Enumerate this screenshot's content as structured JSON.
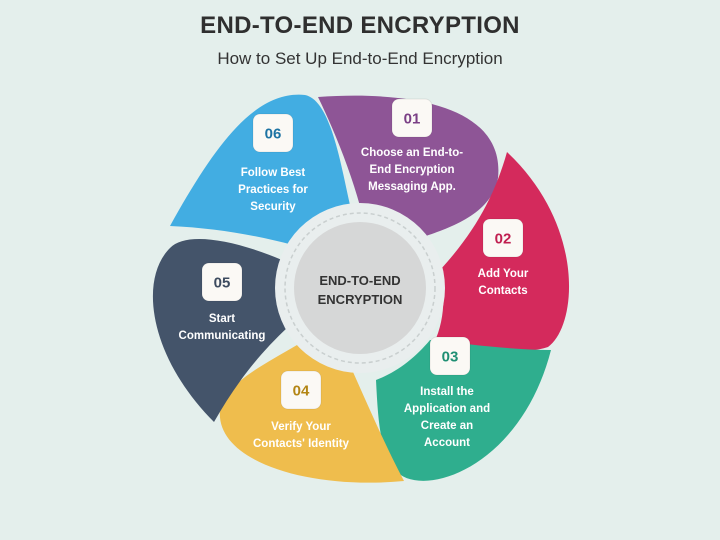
{
  "header": {
    "title": "END-TO-END ENCRYPTION",
    "subtitle": "How to Set Up End-to-End Encryption"
  },
  "center": {
    "lines": [
      "END-TO-END",
      "ENCRYPTION"
    ]
  },
  "steps": [
    {
      "number": "01",
      "lines": [
        "Choose an End-to-",
        "End Encryption",
        "Messaging App."
      ],
      "color": "#8e5596",
      "num_color": "#7a3f85"
    },
    {
      "number": "02",
      "lines": [
        "Add Your",
        "Contacts"
      ],
      "color": "#d42a5c",
      "num_color": "#c01f50"
    },
    {
      "number": "03",
      "lines": [
        "Install the",
        "Application and",
        "Create an",
        "Account"
      ],
      "color": "#2fae8e",
      "num_color": "#1f8f73"
    },
    {
      "number": "04",
      "lines": [
        "Verify Your",
        "Contacts' Identity"
      ],
      "color": "#efbd4d",
      "num_color": "#b38514"
    },
    {
      "number": "05",
      "lines": [
        "Start",
        "Communicating"
      ],
      "color": "#44546a",
      "num_color": "#3d4b5f"
    },
    {
      "number": "06",
      "lines": [
        "Follow Best",
        "Practices for",
        "Security"
      ],
      "color": "#42ade2",
      "num_color": "#1d73a3"
    }
  ]
}
